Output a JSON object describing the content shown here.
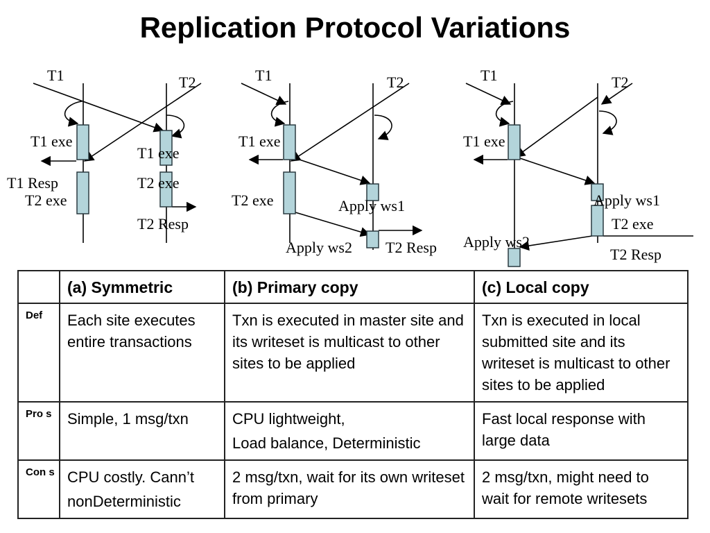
{
  "title": "Replication Protocol Variations",
  "diagram_labels": {
    "a": {
      "t1": "T1",
      "t2": "T2",
      "left_exe": "T1 exe",
      "t1_resp": "T1 Resp",
      "left_t2exe": "T2 exe",
      "right_t1exe": "T1 exe",
      "right_t2exe": "T2 exe",
      "t2_resp": "T2 Resp"
    },
    "b": {
      "t1": "T1",
      "t2": "T2",
      "t1exe": "T1 exe",
      "t2exe": "T2 exe",
      "apply_ws1": "Apply ws1",
      "apply_ws2": "Apply ws2",
      "t2_resp": "T2 Resp"
    },
    "c": {
      "t1": "T1",
      "t2": "T2",
      "t1exe": "T1 exe",
      "apply_ws1": "Apply ws1",
      "t2exe": "T2 exe",
      "apply_ws2": "Apply ws2",
      "t2_resp": "T2 Resp"
    }
  },
  "table": {
    "headers": [
      "",
      "(a) Symmetric",
      "(b) Primary copy",
      "(c) Local copy"
    ],
    "rows": [
      {
        "label": "Def",
        "cells": [
          [
            "Each site executes entire transactions"
          ],
          [
            "Txn is executed in master site and its writeset is multicast to other sites to be applied"
          ],
          [
            "Txn is executed in local submitted site and its writeset is multicast to other sites to be applied"
          ]
        ]
      },
      {
        "label": "Pro s",
        "cells": [
          [
            "Simple, 1 msg/txn"
          ],
          [
            "CPU lightweight,",
            "Load balance, Deterministic"
          ],
          [
            "Fast local response with large data"
          ]
        ]
      },
      {
        "label": "Con s",
        "cells": [
          [
            "CPU costly. Cann’t",
            "nonDeterministic"
          ],
          [
            "2 msg/txn, wait for its own writeset from primary"
          ],
          [
            "2 msg/txn, might need to wait for remote writesets"
          ]
        ]
      }
    ]
  },
  "colors": {
    "box_fill": "#b3d4da",
    "box_stroke": "#2a3a40",
    "line": "#000000"
  }
}
